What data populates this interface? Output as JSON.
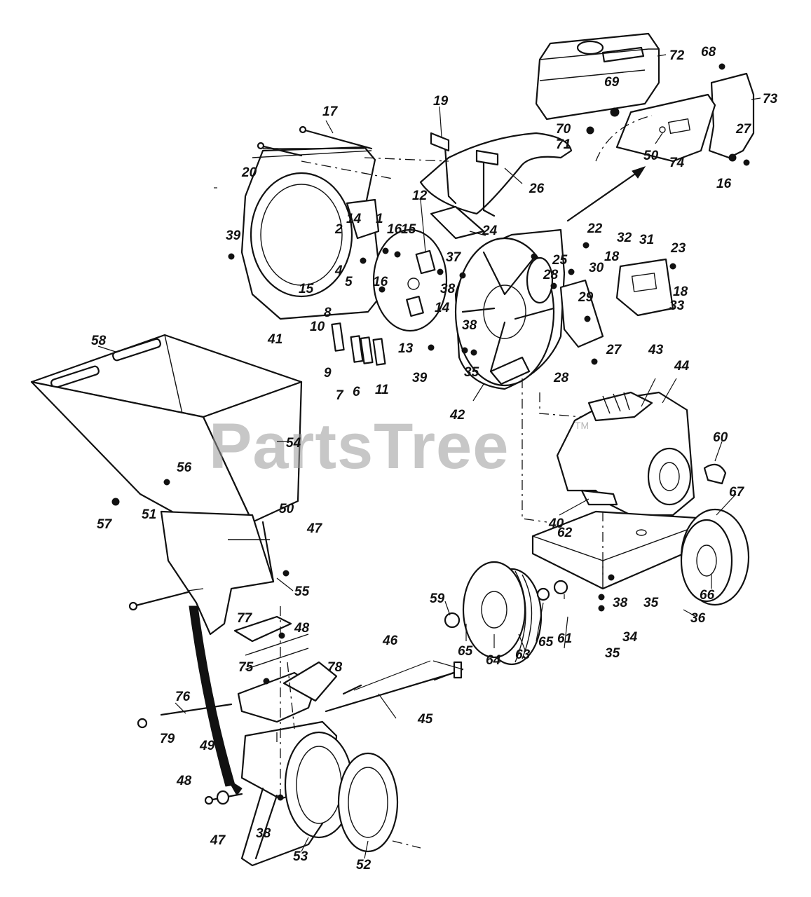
{
  "watermark": {
    "text": "PartsTree",
    "mark": "TM"
  },
  "callouts": [
    {
      "id": "c1",
      "label": "1"
    },
    {
      "id": "c2",
      "label": "2"
    },
    {
      "id": "c4",
      "label": "4"
    },
    {
      "id": "c5",
      "label": "5"
    },
    {
      "id": "c6",
      "label": "6"
    },
    {
      "id": "c7",
      "label": "7"
    },
    {
      "id": "c8",
      "label": "8"
    },
    {
      "id": "c9",
      "label": "9"
    },
    {
      "id": "c10",
      "label": "10"
    },
    {
      "id": "c11",
      "label": "11"
    },
    {
      "id": "c12",
      "label": "12"
    },
    {
      "id": "c13",
      "label": "13"
    },
    {
      "id": "c14a",
      "label": "14"
    },
    {
      "id": "c14b",
      "label": "14"
    },
    {
      "id": "c15a",
      "label": "15"
    },
    {
      "id": "c15b",
      "label": "15"
    },
    {
      "id": "c16a",
      "label": "16"
    },
    {
      "id": "c16b",
      "label": "16"
    },
    {
      "id": "c16c",
      "label": "16"
    },
    {
      "id": "c17",
      "label": "17"
    },
    {
      "id": "c18a",
      "label": "18"
    },
    {
      "id": "c18b",
      "label": "18"
    },
    {
      "id": "c19",
      "label": "19"
    },
    {
      "id": "c20",
      "label": "20"
    },
    {
      "id": "c22",
      "label": "22"
    },
    {
      "id": "c23",
      "label": "23"
    },
    {
      "id": "c24",
      "label": "24"
    },
    {
      "id": "c25",
      "label": "25"
    },
    {
      "id": "c26",
      "label": "26"
    },
    {
      "id": "c27a",
      "label": "27"
    },
    {
      "id": "c27b",
      "label": "27"
    },
    {
      "id": "c28a",
      "label": "28"
    },
    {
      "id": "c28b",
      "label": "28"
    },
    {
      "id": "c29",
      "label": "29"
    },
    {
      "id": "c30",
      "label": "30"
    },
    {
      "id": "c31",
      "label": "31"
    },
    {
      "id": "c32",
      "label": "32"
    },
    {
      "id": "c33",
      "label": "33"
    },
    {
      "id": "c34",
      "label": "34"
    },
    {
      "id": "c35a",
      "label": "35"
    },
    {
      "id": "c35b",
      "label": "35"
    },
    {
      "id": "c35c",
      "label": "35"
    },
    {
      "id": "c36",
      "label": "36"
    },
    {
      "id": "c37",
      "label": "37"
    },
    {
      "id": "c38a",
      "label": "38"
    },
    {
      "id": "c38b",
      "label": "38"
    },
    {
      "id": "c38c",
      "label": "38"
    },
    {
      "id": "c38d",
      "label": "38"
    },
    {
      "id": "c39a",
      "label": "39"
    },
    {
      "id": "c39b",
      "label": "39"
    },
    {
      "id": "c40",
      "label": "40"
    },
    {
      "id": "c41",
      "label": "41"
    },
    {
      "id": "c42",
      "label": "42"
    },
    {
      "id": "c43",
      "label": "43"
    },
    {
      "id": "c44",
      "label": "44"
    },
    {
      "id": "c45",
      "label": "45"
    },
    {
      "id": "c46",
      "label": "46"
    },
    {
      "id": "c47a",
      "label": "47"
    },
    {
      "id": "c47b",
      "label": "47"
    },
    {
      "id": "c48a",
      "label": "48"
    },
    {
      "id": "c48b",
      "label": "48"
    },
    {
      "id": "c49",
      "label": "49"
    },
    {
      "id": "c50a",
      "label": "50"
    },
    {
      "id": "c50b",
      "label": "50"
    },
    {
      "id": "c51",
      "label": "51"
    },
    {
      "id": "c52",
      "label": "52"
    },
    {
      "id": "c53",
      "label": "53"
    },
    {
      "id": "c54",
      "label": "54"
    },
    {
      "id": "c55",
      "label": "55"
    },
    {
      "id": "c56",
      "label": "56"
    },
    {
      "id": "c57",
      "label": "57"
    },
    {
      "id": "c58",
      "label": "58"
    },
    {
      "id": "c59",
      "label": "59"
    },
    {
      "id": "c60",
      "label": "60"
    },
    {
      "id": "c61",
      "label": "61"
    },
    {
      "id": "c62",
      "label": "62"
    },
    {
      "id": "c63",
      "label": "63"
    },
    {
      "id": "c64",
      "label": "64"
    },
    {
      "id": "c65a",
      "label": "65"
    },
    {
      "id": "c65b",
      "label": "65"
    },
    {
      "id": "c66",
      "label": "66"
    },
    {
      "id": "c67",
      "label": "67"
    },
    {
      "id": "c68",
      "label": "68"
    },
    {
      "id": "c69",
      "label": "69"
    },
    {
      "id": "c70",
      "label": "70"
    },
    {
      "id": "c71",
      "label": "71"
    },
    {
      "id": "c72",
      "label": "72"
    },
    {
      "id": "c73",
      "label": "73"
    },
    {
      "id": "c74",
      "label": "74"
    },
    {
      "id": "c75",
      "label": "75"
    },
    {
      "id": "c76",
      "label": "76"
    },
    {
      "id": "c77",
      "label": "77"
    },
    {
      "id": "c78",
      "label": "78"
    },
    {
      "id": "c79",
      "label": "79"
    }
  ]
}
